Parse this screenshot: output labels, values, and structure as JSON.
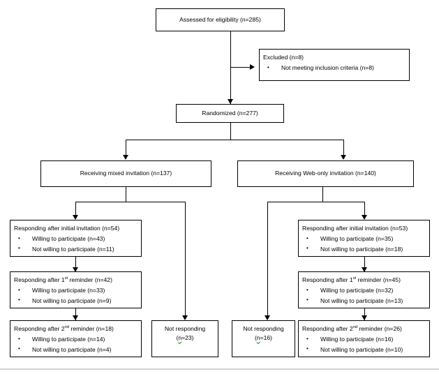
{
  "diagram": {
    "title": "CONSORT participant flow diagram",
    "type": "flowchart",
    "colors": {
      "box_border": "#000000",
      "box_fill": "#ffffff",
      "connector": "#000000",
      "spellcheck_underline": "#008000",
      "bottom_rule": "#d4d4d4"
    },
    "nodes": {
      "assessed": {
        "label": "Assessed for eligibility (n=285)",
        "n": 285
      },
      "excluded": {
        "header": "Excluded  (n=8)",
        "n": 8,
        "items": [
          "Not meeting inclusion criteria (n=8)"
        ]
      },
      "randomized": {
        "label": "Randomized (n=277)",
        "n": 277
      },
      "arm_mixed": {
        "label": "Receiving mixed invitation (n=137)",
        "n": 137
      },
      "arm_web": {
        "label": "Receiving Web-only invitation (n=140)",
        "n": 140
      },
      "mixed_initial": {
        "header_pre": "Responding after initial invitation (n=54)",
        "header_sup": "",
        "header_post": "",
        "n": 54,
        "items": [
          "Willing to participate (n=43)",
          "Not willing to participate (n=11)"
        ]
      },
      "mixed_rem1": {
        "header_pre": "Responding after 1",
        "header_sup": "st",
        "header_post": " reminder (n=42)",
        "n": 42,
        "items": [
          "Willing to participate (n=33)",
          "Not willing to participate (n=9)"
        ]
      },
      "mixed_rem2": {
        "header_pre": "Responding after 2",
        "header_sup": "nd",
        "header_post": " reminder (n=18)",
        "n": 18,
        "items": [
          "Willing to participate (n=14)",
          "Not willing to participate (n=4)"
        ]
      },
      "mixed_nonresp": {
        "line1": "Not responding",
        "n_prefix": "(",
        "n_letter": "n",
        "n_suffix": "=23)",
        "n": 23
      },
      "web_initial": {
        "header_pre": "Responding after initial invitation (n=53)",
        "header_sup": "",
        "header_post": "",
        "n": 53,
        "items": [
          "Willing to participate (n=35)",
          "Not willing to participate (n=18)"
        ]
      },
      "web_rem1": {
        "header_pre": "Responding after 1",
        "header_sup": "st",
        "header_post": " reminder (n=45)",
        "n": 45,
        "items": [
          "Willing to participate (n=32)",
          "Not willing to participate (n=13)"
        ]
      },
      "web_rem2": {
        "header_pre": "Responding after 2",
        "header_sup": "nd",
        "header_post": " reminder (n=26)",
        "n": 26,
        "items": [
          "Willing to participate (n=16)",
          "Not willing to participate (n=10)"
        ]
      },
      "web_nonresp": {
        "line1": "Not responding",
        "n_prefix": "(",
        "n_letter": "n",
        "n_suffix": "=16)",
        "n": 16
      }
    }
  }
}
